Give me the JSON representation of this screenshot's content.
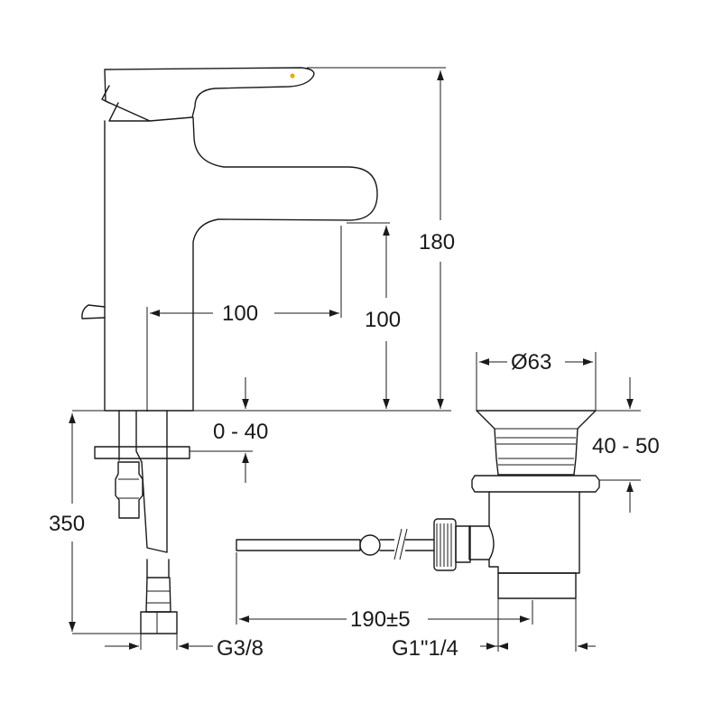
{
  "dimensions": {
    "faucet_height": "180",
    "spout_height": "100",
    "spout_reach": "100",
    "deck_range": "0 - 40",
    "hose_length": "350",
    "connection_thread": "G3/8",
    "waste_diameter": "Ø63",
    "waste_height": "40 - 50",
    "rod_length": "190±5",
    "waste_thread": "G1\"1/4"
  },
  "colors": {
    "line": "#1a1a1a",
    "lever_dot": "#e0b000"
  }
}
